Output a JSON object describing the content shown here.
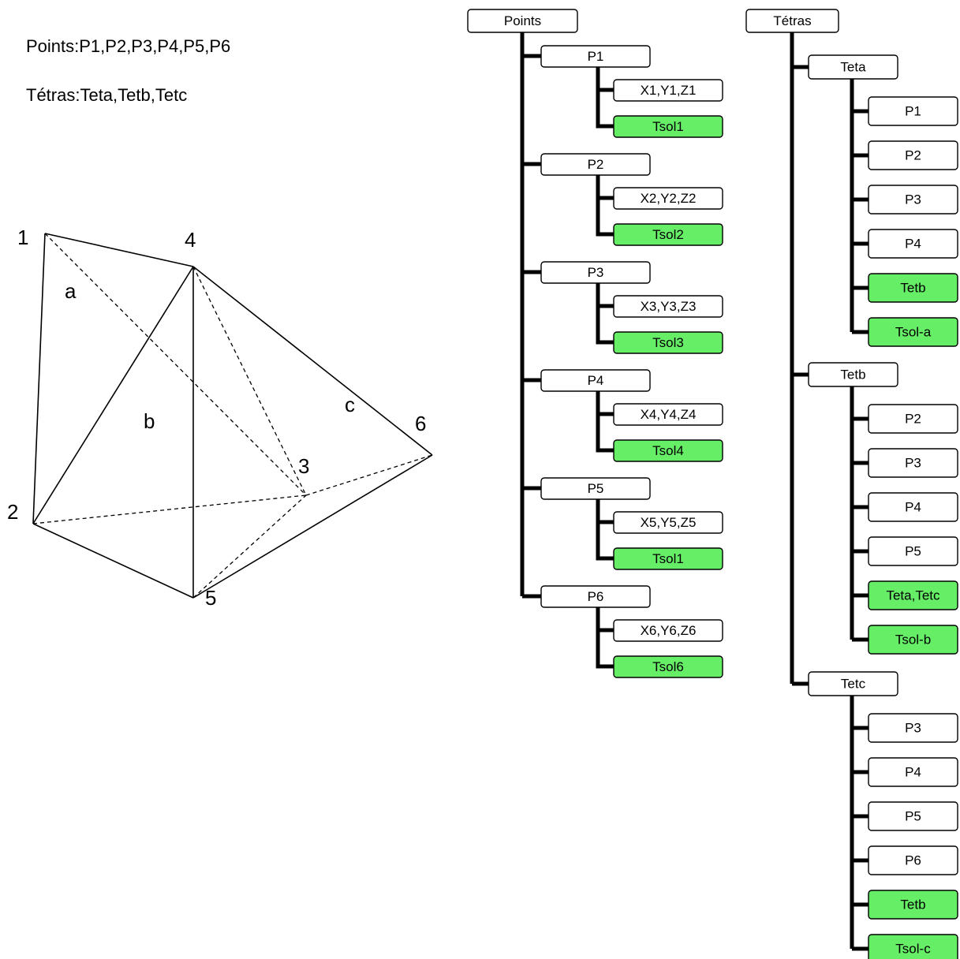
{
  "captions": {
    "points": "Points:P1,P2,P3,P4,P5,P6",
    "tetras": "Tétras:Teta,Tetb,Tetc"
  },
  "colors": {
    "highlight": "#66ee66",
    "box": "#ffffff",
    "line": "#000000"
  },
  "geometry_labels": {
    "vertices": [
      "1",
      "2",
      "3",
      "4",
      "5",
      "6"
    ],
    "faces": [
      "a",
      "b",
      "c"
    ]
  },
  "points_tree": {
    "root": "Points",
    "items": [
      {
        "label": "P1",
        "coords": "X1,Y1,Z1",
        "sol": "Tsol1"
      },
      {
        "label": "P2",
        "coords": "X2,Y2,Z2",
        "sol": "Tsol2"
      },
      {
        "label": "P3",
        "coords": "X3,Y3,Z3",
        "sol": "Tsol3"
      },
      {
        "label": "P4",
        "coords": "X4,Y4,Z4",
        "sol": "Tsol4"
      },
      {
        "label": "P5",
        "coords": "X5,Y5,Z5",
        "sol": "Tsol1"
      },
      {
        "label": "P6",
        "coords": "X6,Y6,Z6",
        "sol": "Tsol6"
      }
    ]
  },
  "tetras_tree": {
    "root": "Tétras",
    "items": [
      {
        "label": "Teta",
        "points": [
          "P1",
          "P2",
          "P3",
          "P4"
        ],
        "neighbors": "Tetb",
        "sol": "Tsol-a"
      },
      {
        "label": "Tetb",
        "points": [
          "P2",
          "P3",
          "P4",
          "P5"
        ],
        "neighbors": "Teta,Tetc",
        "sol": "Tsol-b"
      },
      {
        "label": "Tetc",
        "points": [
          "P3",
          "P4",
          "P5",
          "P6"
        ],
        "neighbors": "Tetb",
        "sol": "Tsol-c"
      }
    ]
  }
}
